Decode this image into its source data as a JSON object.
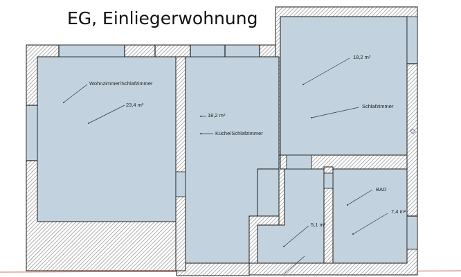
{
  "title": "EG, Einliegerwohnung",
  "colors": {
    "floor": "#c2d3df",
    "wall_fill": "#ffffff",
    "wall_hatch": "#8c8c8c",
    "outline": "#1a1a1a",
    "window": "#c2d3df",
    "ground_line": "#c8392b"
  },
  "rooms": [
    {
      "id": "wohnzimmer",
      "name": "Wohnzimmer/Schlafzimmer",
      "area": "23,4 m²"
    },
    {
      "id": "kueche",
      "name": "Küche/Schlafzimmer",
      "area": "18,2 m²"
    },
    {
      "id": "schlafzimmer",
      "name": "Schlafzimmer",
      "area": "18,2 m²"
    },
    {
      "id": "bad",
      "name": "BAD",
      "area": "7,4 m²"
    },
    {
      "id": "flur",
      "name": "",
      "area": "5,1 m²"
    }
  ]
}
